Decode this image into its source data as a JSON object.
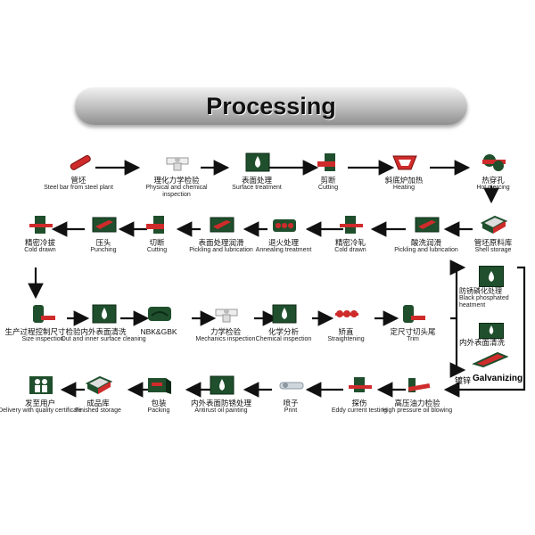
{
  "banner": {
    "title": "Processing"
  },
  "colors": {
    "icon_green": "#1f4f2c",
    "accent_red": "#cf2b2b",
    "arrow": "#111111"
  },
  "steps": [
    {
      "zh": "管坯",
      "en": "Steel bar from steel plant",
      "icon": "bar-icon"
    },
    {
      "zh": "理化力学检验",
      "en": "Physical and chemical inspection",
      "icon": "test-icon"
    },
    {
      "zh": "表面处理",
      "en": "Surface treatment",
      "icon": "drop-icon"
    },
    {
      "zh": "剪断",
      "en": "Cutting",
      "icon": "cutter-icon"
    },
    {
      "zh": "斜底炉加热",
      "en": "Heating",
      "icon": "furnace-icon"
    },
    {
      "zh": "热穿孔",
      "en": "Hot piercing",
      "icon": "piercing-icon"
    },
    {
      "zh": "管坯原料库",
      "en": "Shell storage",
      "icon": "storage-icon"
    },
    {
      "zh": "酸洗润滑",
      "en": "Pickling and lubrication",
      "icon": "tank-icon"
    },
    {
      "zh": "精密冷轧",
      "en": "Cold drawn",
      "icon": "press-icon"
    },
    {
      "zh": "退火处理",
      "en": "Annealing treatment",
      "icon": "anneal-icon"
    },
    {
      "zh": "表面处理润滑",
      "en": "Pickling and lubrication",
      "icon": "tank-icon"
    },
    {
      "zh": "切断",
      "en": "Cutting",
      "icon": "cutter-icon"
    },
    {
      "zh": "压头",
      "en": "Punching",
      "icon": "tank-icon"
    },
    {
      "zh": "精密冷拔",
      "en": "Cold drawn",
      "icon": "press-icon"
    },
    {
      "zh": "生产过程控制尺寸检验",
      "en": "Size inspection",
      "icon": "mill-icon"
    },
    {
      "zh": "内外表面清洗",
      "en": "Out and inner surface cleaning",
      "icon": "drop-icon"
    },
    {
      "zh": "NBK&GBK",
      "en": "",
      "icon": "nbk-icon"
    },
    {
      "zh": "力学检验",
      "en": "Mechanics inspection",
      "icon": "test-icon"
    },
    {
      "zh": "化学分析",
      "en": "Chemical inspection",
      "icon": "drop-icon"
    },
    {
      "zh": "矫直",
      "en": "Straightening",
      "icon": "rollers-icon"
    },
    {
      "zh": "定尺寸切头尾",
      "en": "Trim",
      "icon": "mill-icon"
    },
    {
      "zh": "发至用户",
      "en": "Delivery with quality certificate",
      "icon": "people-icon"
    },
    {
      "zh": "成品库",
      "en": "Finished storage",
      "icon": "storage-icon"
    },
    {
      "zh": "包装",
      "en": "Packing",
      "icon": "pack-icon"
    },
    {
      "zh": "内外表面防锈处理",
      "en": "Antirust oil painting",
      "icon": "drop-icon"
    },
    {
      "zh": "喷子",
      "en": "Print",
      "icon": "print-icon"
    },
    {
      "zh": "探伤",
      "en": "Eddy current testing",
      "icon": "eddy-icon"
    },
    {
      "zh": "高压油力检验",
      "en": "High pressure oil blowing",
      "icon": "blow-icon"
    }
  ],
  "side": {
    "phos_zh": "防锈磷化处理",
    "phos_en": "Black phosphated heatment",
    "clean_zh": "内外表面清洗",
    "galv_zh": "镀锌",
    "galv_en": "Galvanizing"
  }
}
